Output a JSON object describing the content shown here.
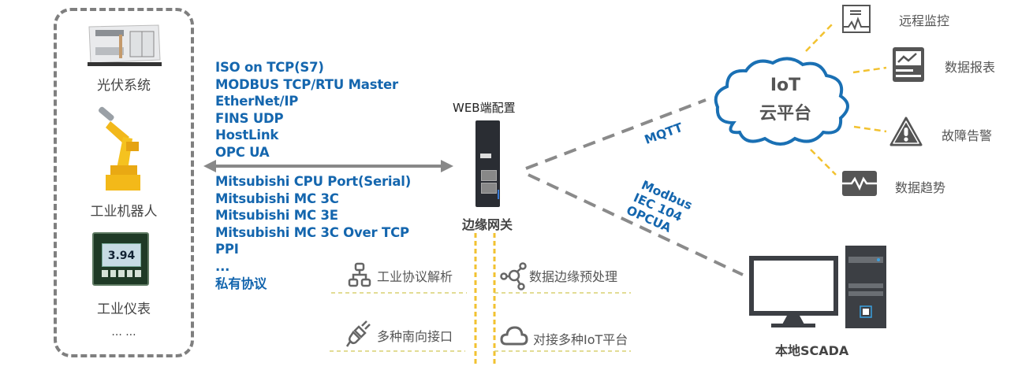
{
  "devices": {
    "items": [
      {
        "label": "光伏系统",
        "icon": "pv-inverter-cabinet"
      },
      {
        "label": "工业机器人",
        "icon": "industrial-robot-arm"
      },
      {
        "label": "工业仪表",
        "icon": "industrial-meter",
        "display_value": "3.94"
      }
    ],
    "more": "... ..."
  },
  "protocols": {
    "upper": [
      "ISO on TCP(S7)",
      "MODBUS TCP/RTU Master",
      "EtherNet/IP",
      "FINS UDP",
      "HostLink",
      "OPC UA"
    ],
    "lower": [
      "Mitsubishi CPU Port(Serial)",
      "Mitsubishi MC 3C",
      "Mitsubishi MC 3E",
      "Mitsubishi MC 3C Over TCP",
      "PPI",
      "...",
      "私有协议"
    ]
  },
  "gateway": {
    "web_config": "WEB端配置",
    "label": "边缘网关"
  },
  "features": [
    {
      "label": "工业协议解析",
      "icon": "network-hierarchy-icon"
    },
    {
      "label": "数据边缘预处理",
      "icon": "node-share-icon"
    },
    {
      "label": "多种南向接口",
      "icon": "plug-icon"
    },
    {
      "label": "对接多种IoT平台",
      "icon": "cloud-icon"
    }
  ],
  "links": {
    "mqtt": "MQTT",
    "scada_protocols": [
      "Modbus",
      "IEC 104",
      "OPCUA"
    ]
  },
  "cloud": {
    "line1": "IoT",
    "line2": "云平台"
  },
  "apps": [
    {
      "label": "远程监控",
      "icon": "monitor-wave-icon"
    },
    {
      "label": "数据报表",
      "icon": "report-chart-icon"
    },
    {
      "label": "故障告警",
      "icon": "warning-icon"
    },
    {
      "label": "数据趋势",
      "icon": "trend-icon"
    }
  ],
  "scada": {
    "label": "本地SCADA"
  },
  "colors": {
    "protocol_blue": "#1466ae",
    "cloud_blue": "#1a70b4",
    "dash_gray": "#8a8a8a",
    "accent_yellow": "#f2c230",
    "icon_gray": "#555555"
  }
}
